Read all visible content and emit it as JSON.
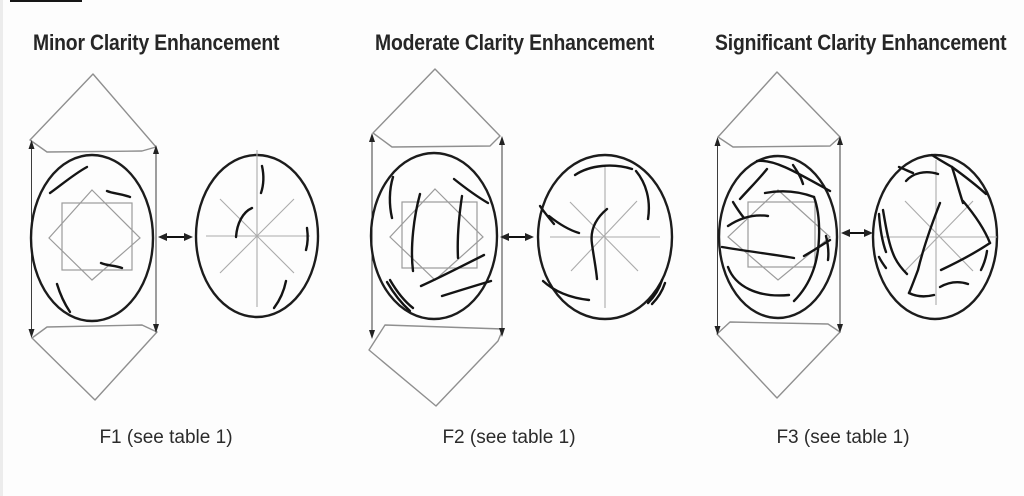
{
  "figure": {
    "colors": {
      "background": "#fdfdfd",
      "ink": "#1c1c1c",
      "guide_gray": "#9b9b9b",
      "star_gray": "#ababab",
      "text": "#262626"
    }
  },
  "panels": [
    {
      "title": "Minor Clarity Enhancement",
      "label": "F1 (see table 1)",
      "grade": "F1"
    },
    {
      "title": "Moderate Clarity Enhancement",
      "label": "F2 (see table 1)",
      "grade": "F2"
    },
    {
      "title": "Significant Clarity Enhancement",
      "label": "F3 (see table 1)",
      "grade": "F3"
    }
  ]
}
